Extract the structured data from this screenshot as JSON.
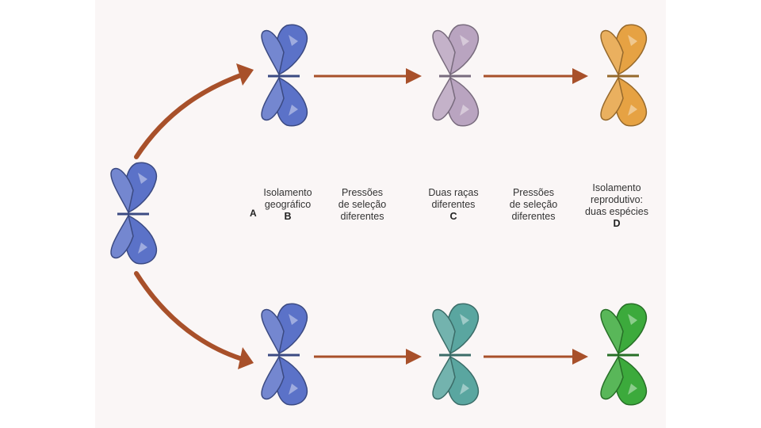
{
  "stage_labels": {
    "a": "A",
    "b": {
      "lines": [
        "Isolamento",
        "geográfico"
      ],
      "letter": "B"
    },
    "pressure_1": {
      "lines": [
        "Pressões",
        "de seleção",
        "diferentes"
      ]
    },
    "c": {
      "lines": [
        "Duas raças",
        "diferentes"
      ],
      "letter": "C"
    },
    "pressure_2": {
      "lines": [
        "Pressões",
        "de seleção",
        "diferentes"
      ]
    },
    "d": {
      "lines": [
        "Isolamento",
        "reprodutivo:",
        "duas espécies"
      ],
      "letter": "D"
    }
  },
  "butterflies": {
    "origin": {
      "color": "#5b72c8"
    },
    "top_row": [
      {
        "stage": "B",
        "color": "#5b72c8"
      },
      {
        "stage": "C",
        "color": "#b9a4c0"
      },
      {
        "stage": "D",
        "color": "#e6a243"
      }
    ],
    "bottom_row": [
      {
        "stage": "B",
        "color": "#5b72c8"
      },
      {
        "stage": "C",
        "color": "#5aa6a0"
      },
      {
        "stage": "D",
        "color": "#3caa3c"
      }
    ]
  },
  "arrow_color": "#a8502a"
}
